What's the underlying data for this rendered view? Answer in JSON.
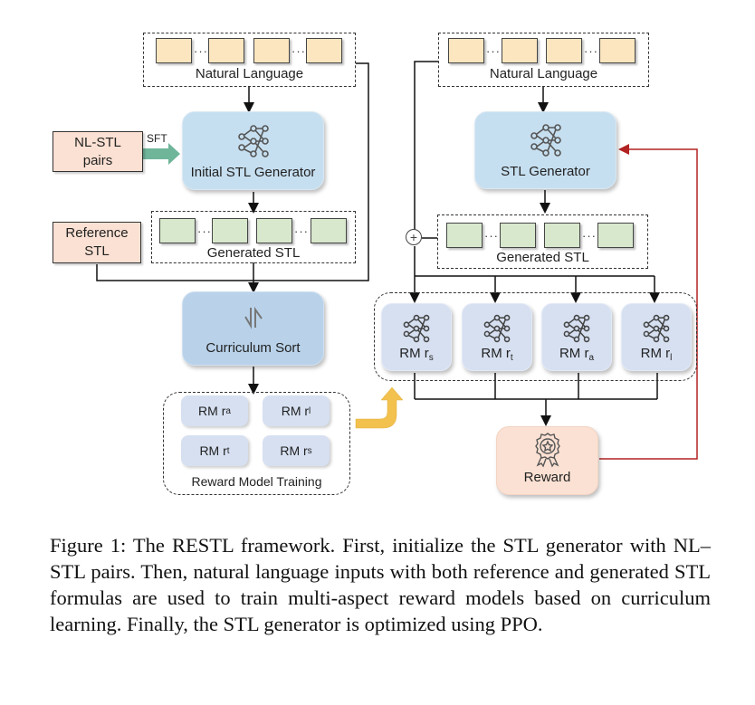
{
  "figure": {
    "left": {
      "natural_language_label": "Natural Language",
      "nl_stl_pairs_line1": "NL-STL",
      "nl_stl_pairs_line2": "pairs",
      "sft_label": "SFT",
      "initial_generator_label": "Initial STL Generator",
      "reference_stl_line1": "Reference",
      "reference_stl_line2": "STL",
      "generated_stl_label": "Generated STL",
      "curriculum_sort_label": "Curriculum Sort",
      "reward_model_training_label": "Reward Model Training",
      "reward_models": [
        {
          "prefix": "RM r",
          "sub": "a"
        },
        {
          "prefix": "RM r",
          "sub": "l"
        },
        {
          "prefix": "RM r",
          "sub": "t"
        },
        {
          "prefix": "RM r",
          "sub": "s"
        }
      ]
    },
    "right": {
      "natural_language_label": "Natural Language",
      "stl_generator_label": "STL Generator",
      "generated_stl_label": "Generated STL",
      "plus_symbol": "+",
      "reward_models": [
        {
          "prefix": "RM r",
          "sub": "s"
        },
        {
          "prefix": "RM r",
          "sub": "t"
        },
        {
          "prefix": "RM r",
          "sub": "a"
        },
        {
          "prefix": "RM r",
          "sub": "l"
        }
      ],
      "reward_label": "Reward"
    },
    "colors": {
      "feedback_arrow": "#b22222",
      "transfer_arrow": "#f2c14e",
      "sft_arrow": "#6fb59a"
    }
  },
  "caption": "Figure 1: The RESTL framework. First, initialize the STL generator with NL–STL pairs. Then, natural language inputs with both reference and generated STL formulas are used to train multi-aspect reward models based on curriculum learning. Finally, the STL generator is optimized using PPO."
}
